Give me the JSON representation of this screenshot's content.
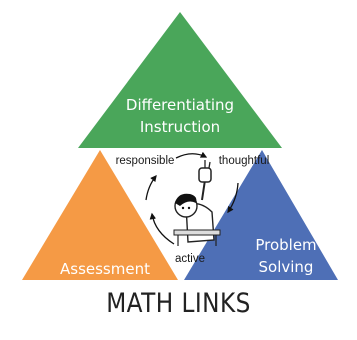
{
  "triangles": {
    "top": {
      "line1": "Differentiating",
      "line2": "Instruction",
      "color": "#4aa65a"
    },
    "left": {
      "label": "Assessment",
      "color": "#f59a45"
    },
    "right": {
      "line1": "Problem",
      "line2": "Solving",
      "color": "#4e6fb6"
    }
  },
  "cycle": {
    "responsible": "responsible",
    "thoughtful": "thoughtful",
    "active": "active"
  },
  "footer": {
    "title": "MATH LINKS"
  },
  "icons": [
    "student-thinker-icon",
    "cycle-arrow-icon"
  ]
}
